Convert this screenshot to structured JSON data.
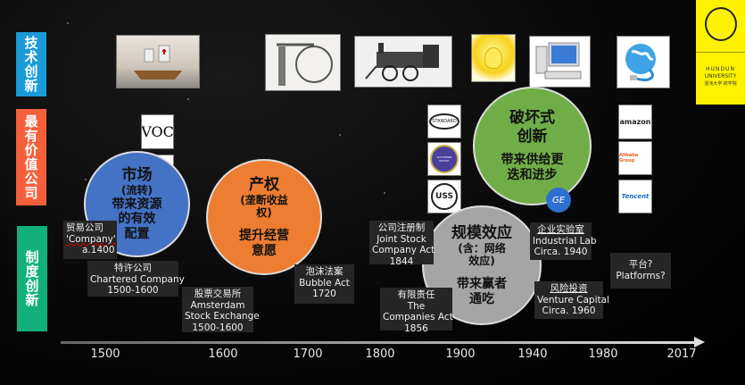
{
  "rows": {
    "tech": "技术创新",
    "companies": "最有价值公司",
    "institution": "制度创新"
  },
  "logo": {
    "line1": "HUNDUN",
    "line2": "UNIVERSITY",
    "line3": "混沌大学·商学院"
  },
  "images": {
    "ship": "ship-image",
    "steam_engine": "steam-engine-image",
    "train": "locomotive-image",
    "bulb": "light-bulb-image",
    "computer": "computer-image",
    "internet": "internet-globe-image"
  },
  "company_logos": {
    "voc": "VOC",
    "standard": "STANDARD",
    "southern_pacific": "SOUTHERN PACIFIC",
    "uss": "USS",
    "ge": "GE",
    "amazon": "amazon",
    "alibaba": "Alibaba Group",
    "tencent": "Tencent"
  },
  "circles": {
    "market": {
      "title": "市场",
      "sub": "(流转)",
      "body1": "带来资源",
      "body2": "的有效",
      "body3": "配置",
      "color": "#4472c4"
    },
    "property": {
      "title": "产权",
      "sub1": "(垄断收益",
      "sub2": "权)",
      "body1": "提升经营",
      "body2": "意愿",
      "color": "#ed7d31"
    },
    "disruptive": {
      "title1": "破坏式",
      "title2": "创新",
      "body1": "带来供给更",
      "body2": "迭和进步",
      "color": "#70ad47"
    },
    "scale": {
      "title": "规模效应",
      "sub1": "(含：网络",
      "sub2": "效应)",
      "body1": "带来赢者",
      "body2": "通吃",
      "color": "#a5a5a5"
    }
  },
  "events": {
    "trading": {
      "cn": "贸易公司",
      "en": "'Company'",
      "date": "a.1400"
    },
    "chartered": {
      "cn": "特许公司",
      "en": "Chartered Company",
      "date": "1500-1600"
    },
    "exchange": {
      "cn": "股票交易所",
      "en1": "Amsterdam",
      "en2": "Stock Exchange",
      "date": "1500-1600"
    },
    "bubble": {
      "cn": "泡沫法案",
      "en": "Bubble Act",
      "date": "1720"
    },
    "joint": {
      "cn": "公司注册制",
      "en1": "Joint Stock",
      "en2": "Company Act",
      "date": "1844"
    },
    "limited": {
      "cn": "有限责任",
      "en1": "The",
      "en2": "Companies Act",
      "date": "1856"
    },
    "lab": {
      "cn": "企业实验室",
      "en": "Industrial Lab",
      "date": "Circa. 1940"
    },
    "vc": {
      "cn": "风险投资",
      "en": "Venture Capital",
      "date": "Circa. 1960"
    },
    "platform": {
      "cn": "平台?",
      "en": "Platforms?"
    }
  },
  "timeline": [
    "1500",
    "1600",
    "1700",
    "1800",
    "1900",
    "1940",
    "1980",
    "2017"
  ]
}
